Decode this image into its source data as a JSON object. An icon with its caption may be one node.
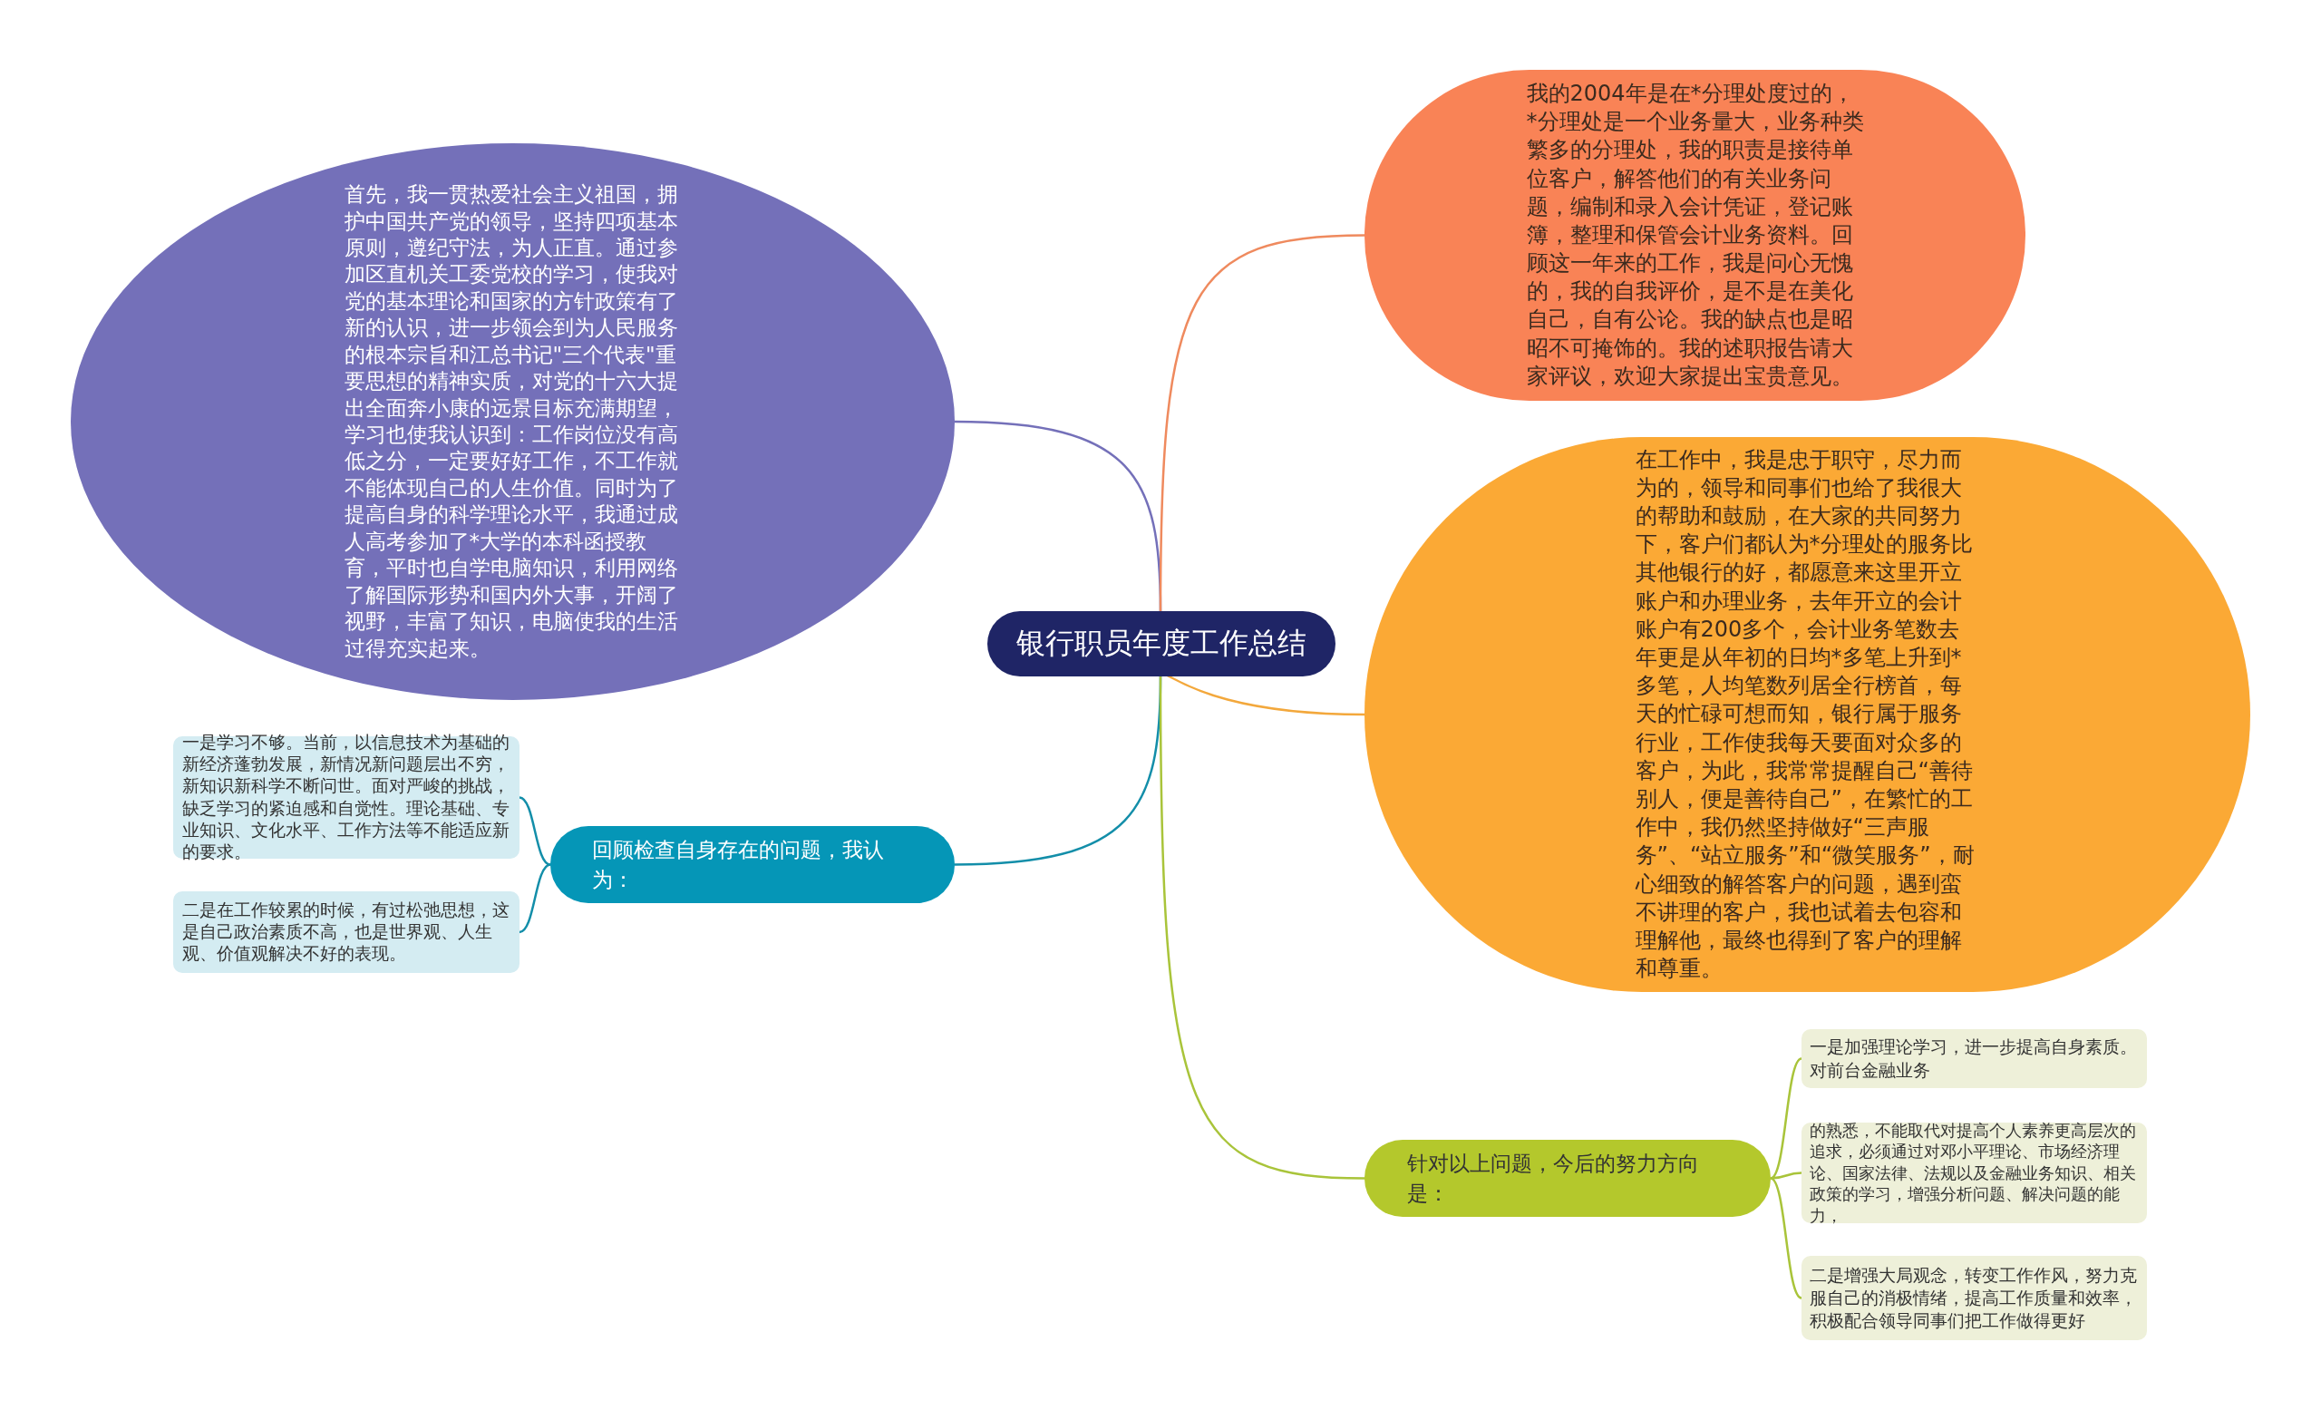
{
  "diagram": {
    "nodes": [
      {
        "text": [
          "银行职员年度工作总结"
        ]
      },
      {
        "text": [
          "首先，我一贯热爱社会主义祖国，拥护中国共产党的领导，坚持四项基本原则，遵纪守法，为人正直。通过参加区直机关工委党校的学习，使我对党的基本理论和国家的方针政策有了新的认识，进一步领会到为人民服务的根本宗旨和江总书记\"三个代表\"重要思想的精神实质，对党的十六大提出全面奔小康的远景目标充满期望，学习也使我认识到：工作岗位没有高低之分，一定要好好工作，不工作就不能体现自己的人生价值。同时为了提高自身的科学理论水平，我通过成人高考参加了*大学的本科函授教育，平时也自学电脑知识，利用网络了解国际形势和国内外大事，开阔了视野，丰富了知识，电脑使我的生活过得充实起来。"
        ]
      },
      {
        "text": [
          "我的2004年是在*分理处度过的，*分理处是一个业务量大，业务种类繁多的分理处，我的职责是接待单位客户，解答他们的有关业务问题，编制和录入会计凭证，登记账簿，整理和保管会计业务资料。回顾这一年来的工作，我是问心无愧的，我的自我评价，是不是在美化自己，自有公论。我的缺点也是昭昭不可掩饰的。我的述职报告请大家评议，欢迎大家提出宝贵意见。"
        ]
      },
      {
        "text": [
          "在工作中，我是忠于职守，尽力而为的，领导和同事们也给了我很大的帮助和鼓励，在大家的共同努力下，客户们都认为*分理处的服务比其他银行的好，都愿意来这里开立账户和办理业务，去年开立的会计账户有200多个，会计业务笔数去年更是从年初的日均*多笔上升到*多笔，人均笔数列居全行榜首，每天的忙碌可想而知，银行属于服务行业，工作使我每天要面对众多的客户，为此，我常常提醒自己“善待别人，便是善待自己”，在繁忙的工作中，我仍然坚持做好“三声服务”、“站立服务”和“微笑服务”，耐心细致的解答客户的问题，遇到蛮不讲理的客户，我也试着去包容和理解他，最终也得到了客户的理解和尊重。"
        ]
      },
      {
        "text": [
          "回顾检查自身存在的问题，我认为："
        ]
      },
      {
        "text": [
          "一是学习不够。当前，以信息技术为基础的新经济蓬勃发展，新情况新问题层出不穷，新知识新科学不断问世。面对严峻的挑战，缺乏学习的紧迫感和自觉性。理论基础、专业知识、文化水平、工作方法等不能适应新的要求。"
        ]
      },
      {
        "text": [
          "二是在工作较累的时候，有过松弛思想，这是自己政治素质不高，也是世界观、人生观、价值观解决不好的表现。"
        ]
      },
      {
        "text": [
          "针对以上问题，今后的努力方向是："
        ]
      },
      {
        "text": [
          "一是加强理论学习，进一步提高自身素质。对前台金融业务"
        ]
      },
      {
        "text": [
          "的熟悉，不能取代对提高个人素养更高层次的追求，必须通过对邓小平理论、市场经济理论、国家法律、法规以及金融业务知识、相关政策的学习，增强分析问题、解决问题的能力，"
        ]
      },
      {
        "text": [
          "二是增强大局观念，转变工作作风，努力克服自己的消极情绪，提高工作质量和效率，积极配合领导同事们把工作做得更好"
        ]
      }
    ],
    "edges": [
      {
        "from": 0,
        "to": 1,
        "arrow": "none",
        "color": "#7470b9"
      },
      {
        "from": 0,
        "to": 2,
        "arrow": "none",
        "color": "#ef8a5e"
      },
      {
        "from": 0,
        "to": 3,
        "arrow": "none",
        "color": "#f3a83c"
      },
      {
        "from": 0,
        "to": 4,
        "arrow": "none",
        "color": "#138ea9"
      },
      {
        "from": 0,
        "to": 7,
        "arrow": "none",
        "color": "#a9c43a"
      },
      {
        "from": 4,
        "to": 5,
        "arrow": "none",
        "color": "#138ea9"
      },
      {
        "from": 4,
        "to": 6,
        "arrow": "none",
        "color": "#138ea9"
      },
      {
        "from": 7,
        "to": 8,
        "arrow": "none",
        "color": "#a9c43a"
      },
      {
        "from": 7,
        "to": 9,
        "arrow": "none",
        "color": "#a9c43a"
      },
      {
        "from": 7,
        "to": 10,
        "arrow": "none",
        "color": "#a9c43a"
      }
    ]
  }
}
